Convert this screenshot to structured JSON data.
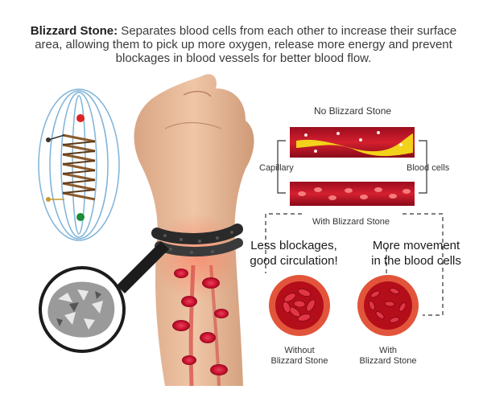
{
  "headline": {
    "bold": "Blizzard Stone:",
    "text": " Separates blood cells from each other to increase their surface area, allowing them to pick up more oxygen, release more energy and prevent blockages in blood vessels for better blood flow."
  },
  "vessels": {
    "top_title": "No Blizzard Stone",
    "left_label": "Capillary",
    "right_label": "Blood cells",
    "bottom_title": "With Blizzard Stone"
  },
  "benefits": {
    "left_line1": "Less blockages,",
    "left_line2": "good circulation!",
    "right_line1": "More movement",
    "right_line2": "in the blood cells"
  },
  "cross_sections": {
    "without_line1": "Without",
    "without_line2": "Blizzard Stone",
    "with_line1": "With",
    "with_line2": "Blizzard Stone"
  },
  "colors": {
    "blood": "#c8102e",
    "plaque": "#f2d21a",
    "coil": "#8a5a2b",
    "field_lines": "#7fb3d9"
  }
}
